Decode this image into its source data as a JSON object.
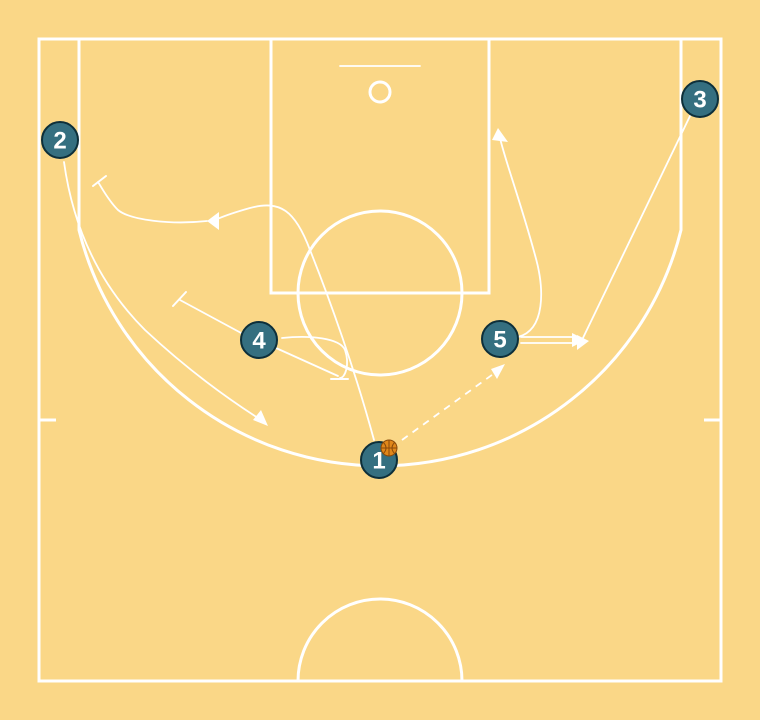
{
  "diagram": {
    "background_color": "#fad787",
    "line_color": "#ffffff",
    "player_color": "#356f80",
    "ball_color": "#e0871a"
  },
  "players": [
    {
      "label": "1",
      "has_ball": true
    },
    {
      "label": "2",
      "has_ball": false
    },
    {
      "label": "3",
      "has_ball": false
    },
    {
      "label": "4",
      "has_ball": false
    },
    {
      "label": "5",
      "has_ball": false
    }
  ]
}
